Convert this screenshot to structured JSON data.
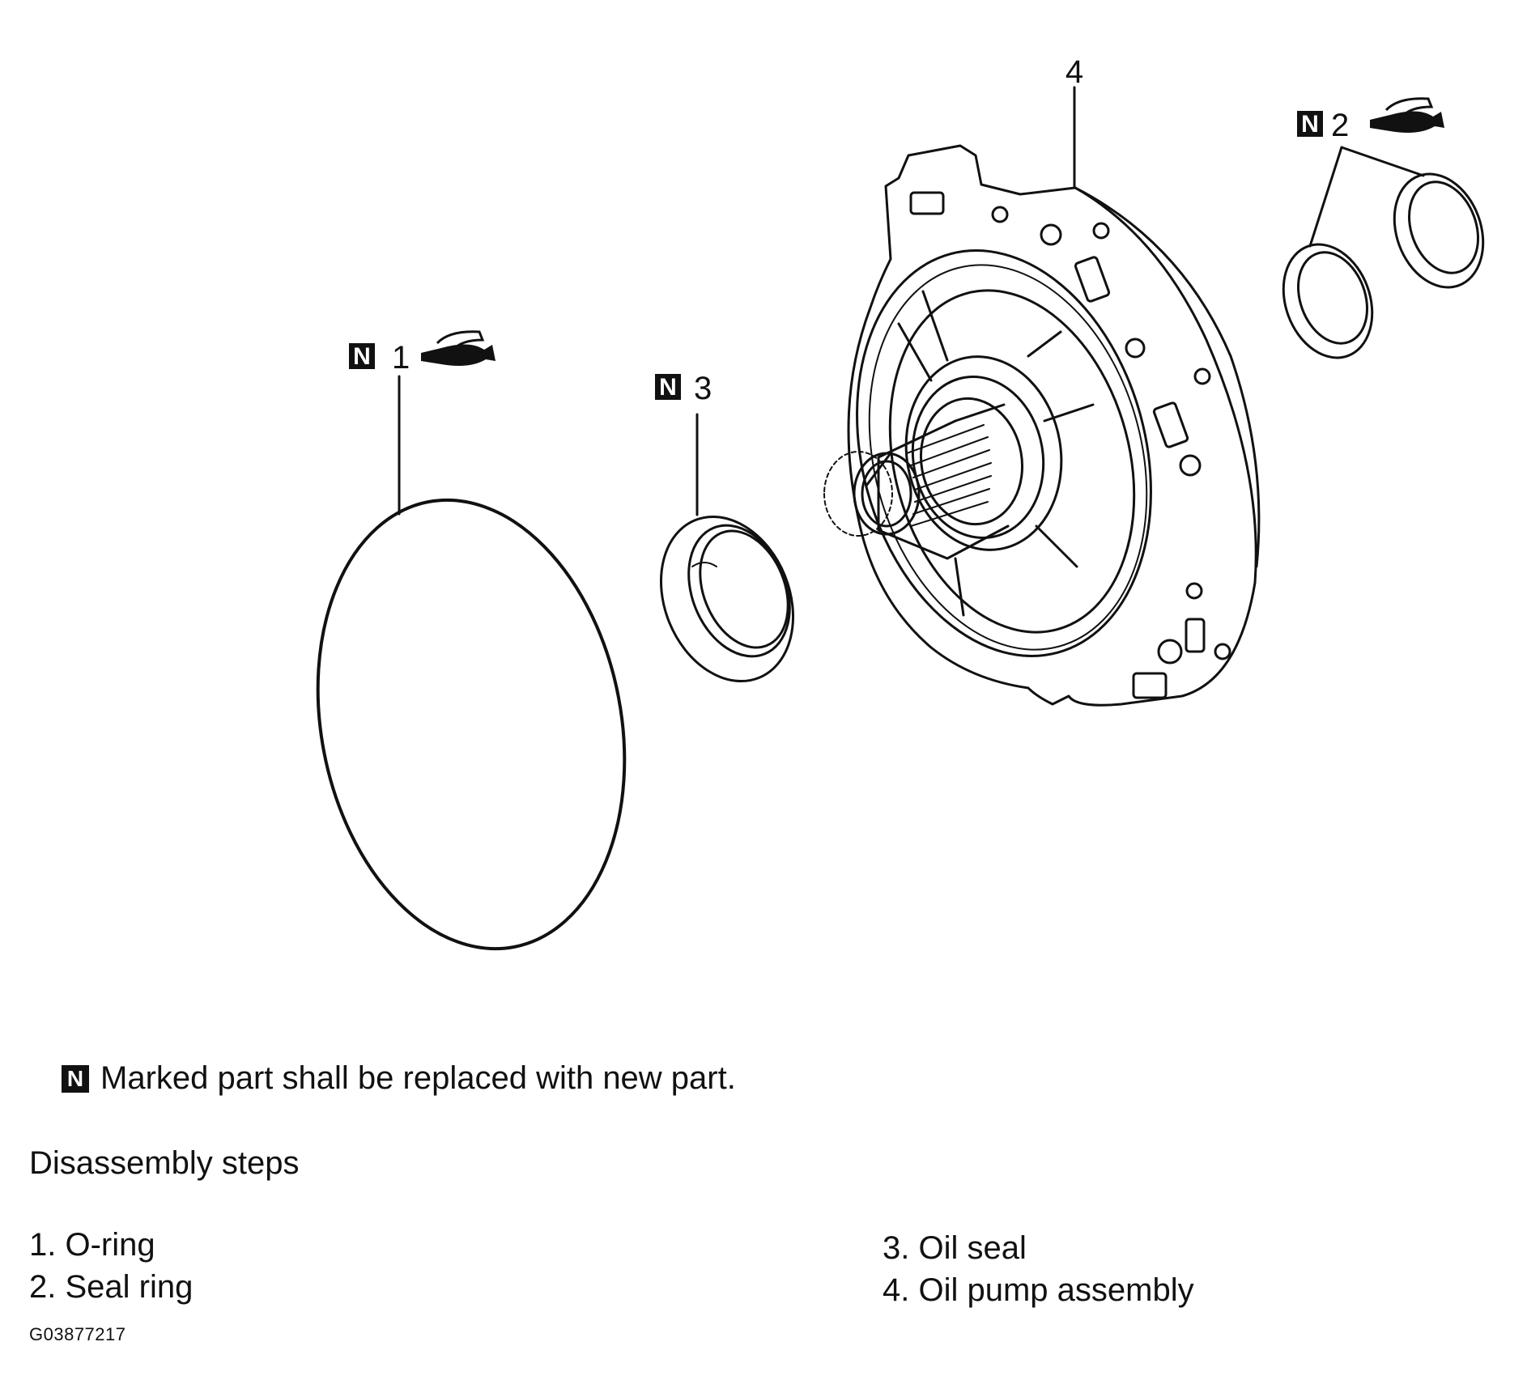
{
  "callouts": [
    {
      "id": "1",
      "label": "1",
      "new_part": true,
      "lubricate": true
    },
    {
      "id": "2",
      "label": "2",
      "new_part": true,
      "lubricate": true
    },
    {
      "id": "3",
      "label": "3",
      "new_part": true,
      "lubricate": false
    },
    {
      "id": "4",
      "label": "4",
      "new_part": false,
      "lubricate": false
    }
  ],
  "badge_letter": "N",
  "legend": {
    "badge": "N",
    "text": "Marked part shall be replaced with new part."
  },
  "section_title": "Disassembly steps",
  "steps_left": [
    "1. O-ring",
    "2. Seal ring"
  ],
  "steps_right": [
    "3. Oil seal",
    "4. Oil pump assembly"
  ],
  "figure_id": "G03877217",
  "icons": {
    "new_part": "n-square-icon",
    "lubricant": "oil-can-icon"
  },
  "colors": {
    "line": "#111111",
    "background": "#ffffff"
  }
}
